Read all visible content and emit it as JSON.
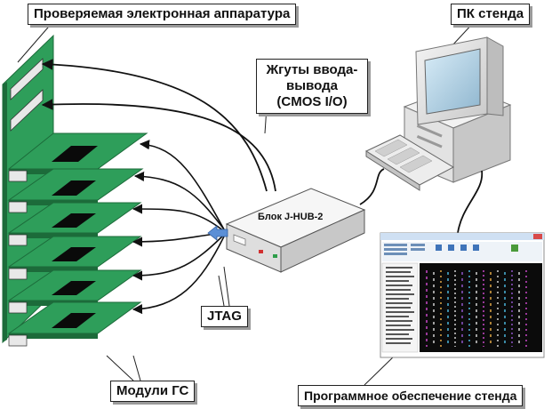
{
  "labels": {
    "apparatus": "Проверяемая электронная аппаратура",
    "pc": "ПК стенда",
    "harness": "Жгуты ввода-вывода (CMOS I/O)",
    "hub": "Блок J-HUB-2",
    "jtag": "JTAG",
    "modules": "Модули ГС",
    "software": "Программное обеспечение стенда"
  },
  "colors": {
    "board_green": "#2e9e5a",
    "board_green_dark": "#1c6b3a",
    "chip": "#0a0a0a",
    "hub_body": "#eeeeee",
    "arrow_blue": "#5b8fd6"
  }
}
